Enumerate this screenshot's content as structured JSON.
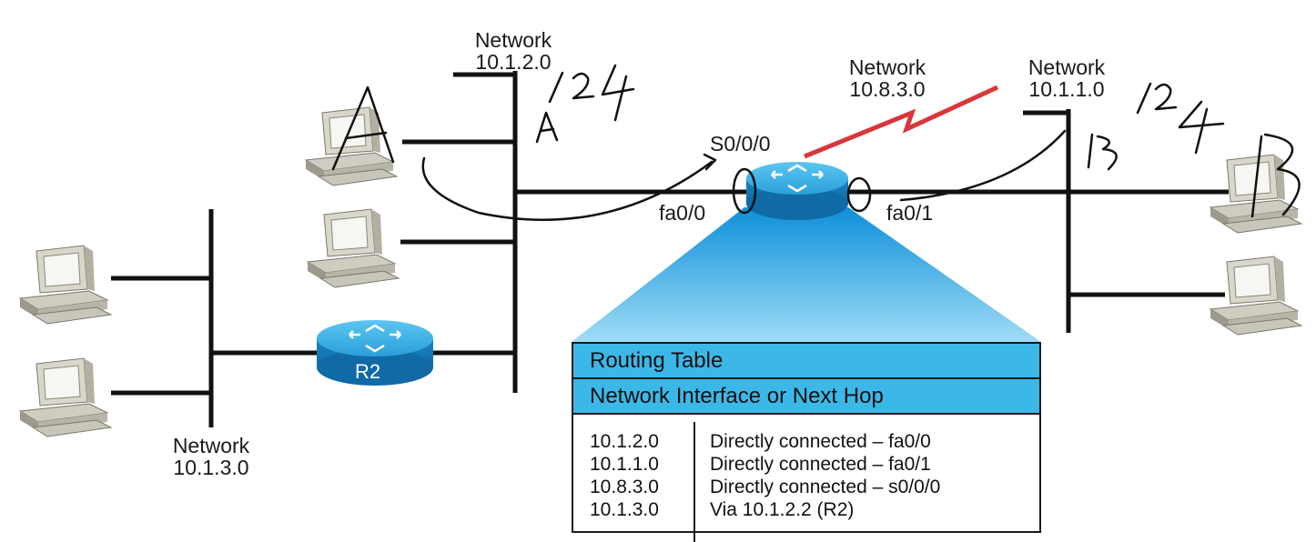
{
  "networks": {
    "top_center": {
      "label": "Network",
      "address": "10.1.2.0"
    },
    "serial": {
      "label": "Network",
      "address": "10.8.3.0"
    },
    "top_right": {
      "label": "Network",
      "address": "10.1.1.0"
    },
    "bottom_left": {
      "label": "Network",
      "address": "10.1.3.0"
    }
  },
  "interfaces": {
    "serial": "S0/0/0",
    "fa0": "fa0/0",
    "fa1": "fa0/1"
  },
  "routers": {
    "r2": "R2"
  },
  "routing_table": {
    "title": "Routing Table",
    "header": "Network Interface or Next Hop",
    "rows": [
      {
        "network": "10.1.2.0",
        "interface": "Directly connected – fa0/0"
      },
      {
        "network": "10.1.1.0",
        "interface": "Directly connected – fa0/1"
      },
      {
        "network": "10.8.3.0",
        "interface": "Directly connected – s0/0/0"
      },
      {
        "network": "10.1.3.0",
        "interface": "Via 10.1.2.2 (R2)"
      }
    ]
  },
  "colors": {
    "serial_link": "#d8363a",
    "router": "#2aa6dc",
    "projection": "#5cc8f0",
    "table_header": "#3cb8e8"
  }
}
